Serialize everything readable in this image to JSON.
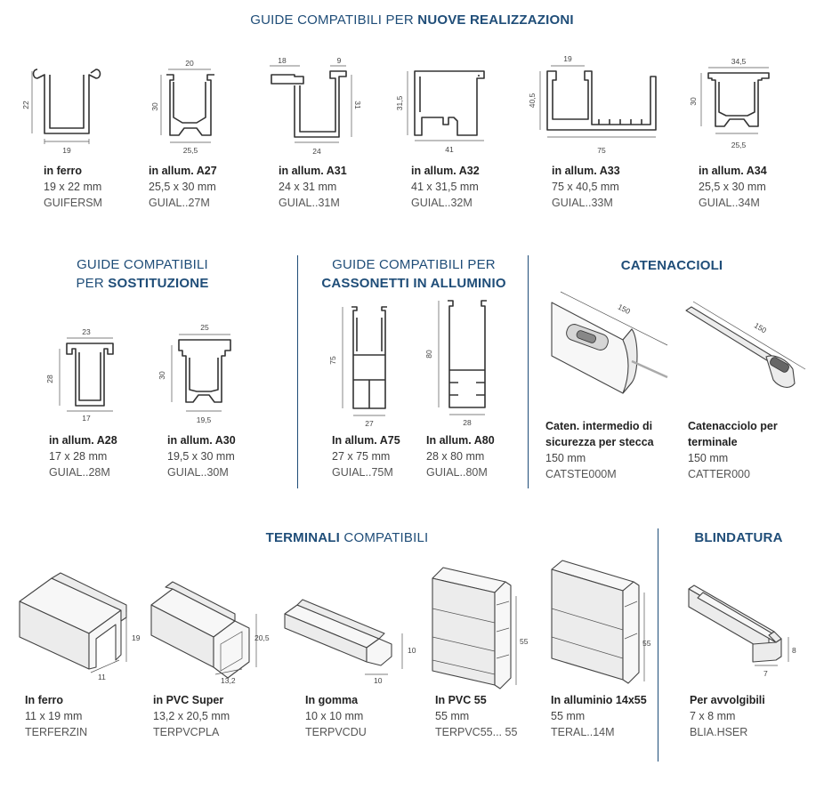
{
  "headings": {
    "nuove": {
      "prefix": "GUIDE COMPATIBILI PER ",
      "bold": "NUOVE REALIZZAZIONI"
    },
    "sostituzione": {
      "line1": "GUIDE COMPATIBILI",
      "line2_prefix": "PER ",
      "line2_bold": "SOSTITUZIONE"
    },
    "cassonetti": {
      "line1": "GUIDE COMPATIBILI PER",
      "line2_bold": "CASSONETTI IN ALLUMINIO"
    },
    "catenaccioli": {
      "bold": "CATENACCIOLI"
    },
    "terminali": {
      "bold": "TERMINALI",
      "suffix": " COMPATIBILI"
    },
    "blindatura": {
      "bold": "BLINDATURA"
    }
  },
  "nuove": [
    {
      "name": "in ferro",
      "size": "19 x 22 mm",
      "code": "GUIFERSM",
      "dims": {
        "w": "19",
        "h": "22"
      }
    },
    {
      "name": "in allum. A27",
      "size": "25,5 x 30 mm",
      "code": "GUIAL..27M",
      "dims": {
        "top": "20",
        "w": "25,5",
        "h": "30"
      }
    },
    {
      "name": "in allum. A31",
      "size": "24 x 31 mm",
      "code": "GUIAL..31M",
      "dims": {
        "top1": "18",
        "top2": "9",
        "w": "24",
        "h": "31"
      }
    },
    {
      "name": "in allum. A32",
      "size": "41 x 31,5 mm",
      "code": "GUIAL..32M",
      "dims": {
        "w": "41",
        "h": "31,5"
      }
    },
    {
      "name": "in allum. A33",
      "size": "75 x 40,5 mm",
      "code": "GUIAL..33M",
      "dims": {
        "top": "19",
        "w": "75",
        "h": "40,5"
      }
    },
    {
      "name": "in allum. A34",
      "size": "25,5 x 30 mm",
      "code": "GUIAL..34M",
      "dims": {
        "top": "34,5",
        "w": "25,5",
        "h": "30"
      }
    }
  ],
  "sostituzione": [
    {
      "name": "in allum. A28",
      "size": "17 x 28 mm",
      "code": "GUIAL..28M",
      "dims": {
        "top": "23",
        "w": "17",
        "h": "28"
      }
    },
    {
      "name": "in allum. A30",
      "size": "19,5 x 30 mm",
      "code": "GUIAL..30M",
      "dims": {
        "top": "25",
        "w": "19,5",
        "h": "30"
      }
    }
  ],
  "cassonetti": [
    {
      "name": "In allum. A75",
      "size": "27 x 75 mm",
      "code": "GUIAL..75M",
      "dims": {
        "w": "27",
        "h": "75"
      }
    },
    {
      "name": "In allum. A80",
      "size": "28 x 80 mm",
      "code": "GUIAL..80M",
      "dims": {
        "w": "28",
        "h": "80"
      }
    }
  ],
  "catenaccioli": [
    {
      "name1": "Caten. intermedio di",
      "name2": "sicurezza per stecca",
      "size": "150 mm",
      "code": "CATSTE000M",
      "dim": "150"
    },
    {
      "name1": "Catenacciolo per",
      "name2": "terminale",
      "size": "150 mm",
      "code": "CATTER000",
      "dim": "150"
    }
  ],
  "terminali": [
    {
      "name": "In ferro",
      "size": "11 x 19 mm",
      "code": "TERFERZIN",
      "dims": {
        "w": "11",
        "h": "19"
      }
    },
    {
      "name": "in PVC Super",
      "size": "13,2 x 20,5 mm",
      "code": "TERPVCPLA",
      "dims": {
        "w": "13,2",
        "h": "20,5"
      }
    },
    {
      "name": "In gomma",
      "size": "10 x 10 mm",
      "code": "TERPVCDU",
      "dims": {
        "w": "10",
        "h": "10"
      }
    },
    {
      "name": "In PVC 55",
      "size": "55 mm",
      "code": "TERPVC55... 55",
      "dims": {
        "h": "55"
      }
    },
    {
      "name": "In alluminio 14x55",
      "size": "55 mm",
      "code": "TERAL..14M",
      "dims": {
        "h": "55"
      }
    }
  ],
  "blindatura": [
    {
      "name": "Per avvolgibili",
      "size": "7 x 8 mm",
      "code": "BLIA.HSER",
      "dims": {
        "w": "7",
        "h": "8"
      }
    }
  ],
  "colors": {
    "heading": "#1f4d78",
    "divider": "#1f4d78"
  }
}
